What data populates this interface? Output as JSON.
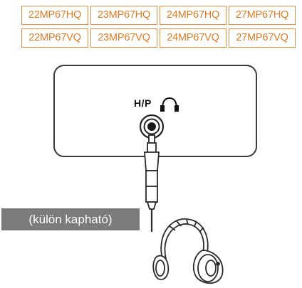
{
  "models": {
    "row1": [
      "22MP67HQ",
      "23MP67HQ",
      "24MP67HQ",
      "27MP67HQ"
    ],
    "row2": [
      "22MP67VQ",
      "23MP67VQ",
      "24MP67VQ",
      "27MP67VQ"
    ]
  },
  "port_label": "H/P",
  "caption": "(külön kapható)",
  "colors": {
    "model_accent": "#e07b22",
    "caption_bg": "#7b7b7b"
  },
  "icons": [
    "headphone-icon",
    "headphones"
  ]
}
